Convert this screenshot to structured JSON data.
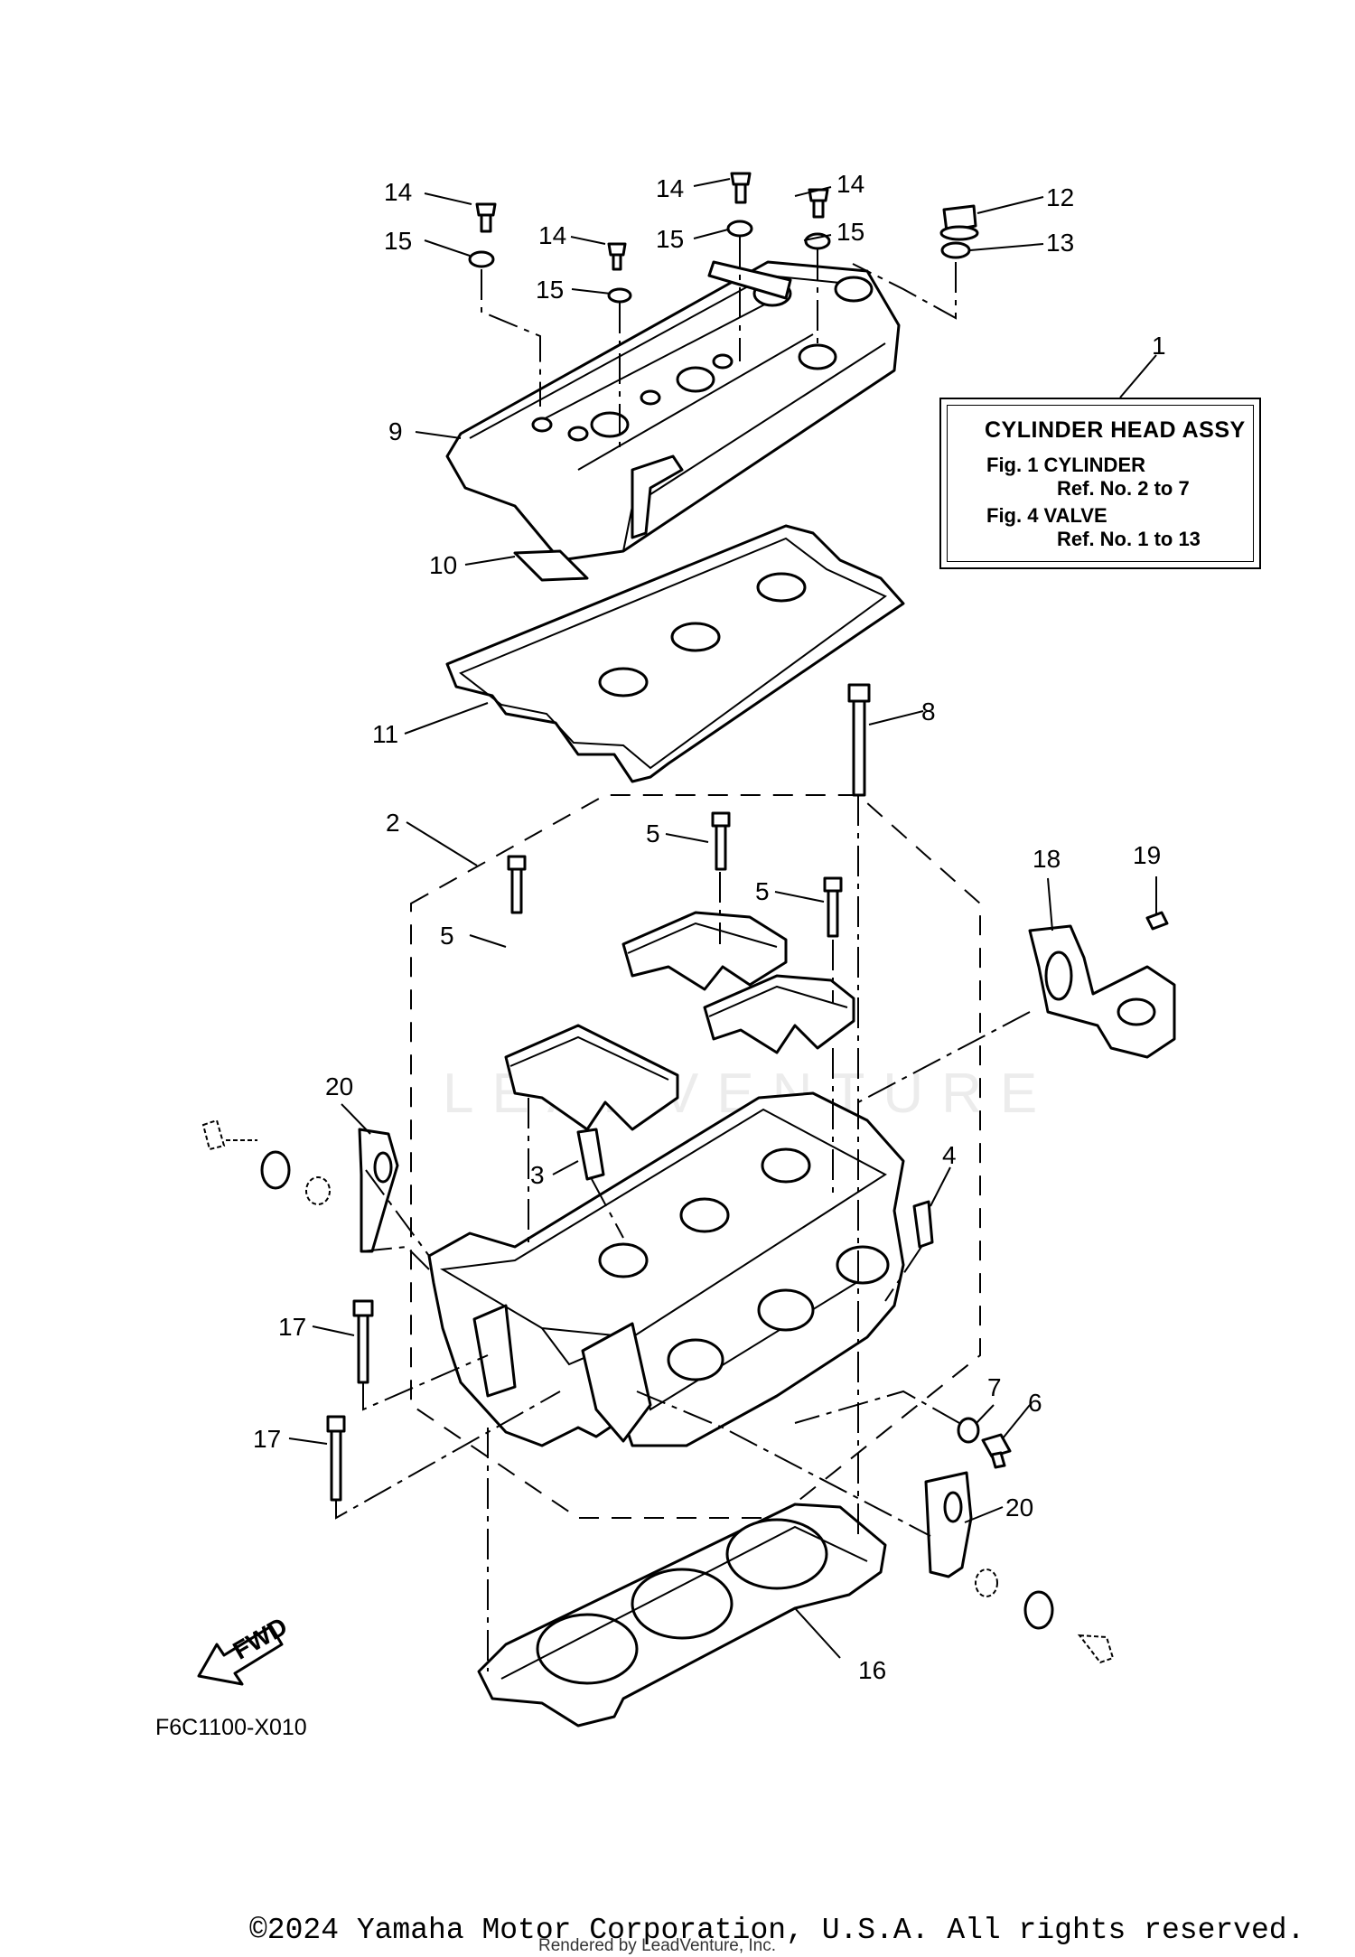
{
  "callouts": {
    "c1": "1",
    "c2": "2",
    "c3": "3",
    "c4": "4",
    "c5a": "5",
    "c5b": "5",
    "c5c": "5",
    "c6": "6",
    "c7": "7",
    "c8": "8",
    "c9": "9",
    "c10": "10",
    "c11": "11",
    "c12": "12",
    "c13": "13",
    "c14a": "14",
    "c14b": "14",
    "c14c": "14",
    "c14d": "14",
    "c15a": "15",
    "c15b": "15",
    "c15c": "15",
    "c15d": "15",
    "c16": "16",
    "c17a": "17",
    "c17b": "17",
    "c18": "18",
    "c19": "19",
    "c20a": "20",
    "c20b": "20"
  },
  "ref_box": {
    "title": "CYLINDER HEAD ASSY",
    "line1": "Fig. 1 CYLINDER",
    "line2": "Ref. No. 2 to 7",
    "line3": "Fig. 4 VALVE",
    "line4": "Ref. No. 1 to 13"
  },
  "fwd_label": "FWD",
  "figure_code": "F6C1100-X010",
  "copyright": "©2024 Yamaha Motor Corporation, U.S.A. All rights reserved.",
  "rendered_by": "Rendered by LeadVenture, Inc.",
  "watermark": "LEADVENTURE"
}
